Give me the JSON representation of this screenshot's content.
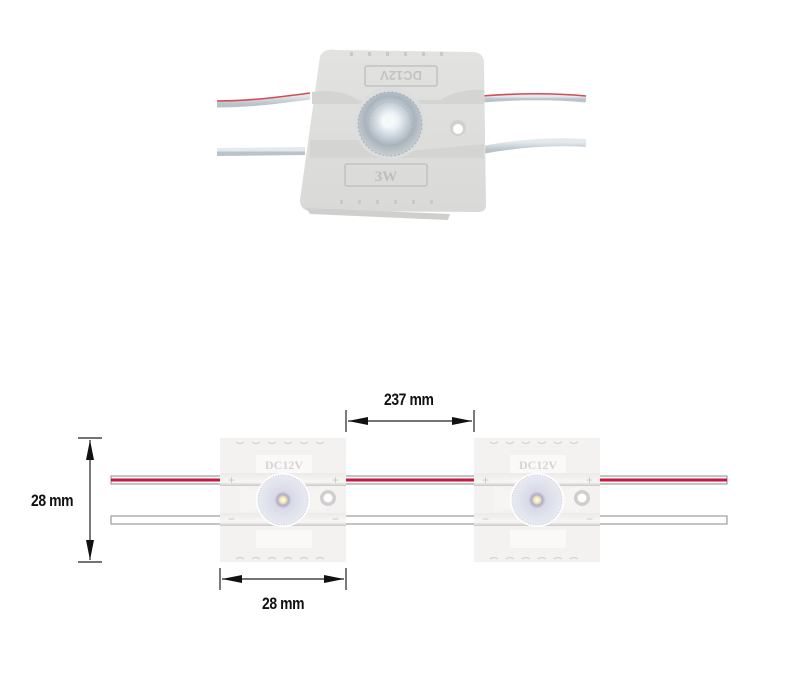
{
  "photo": {
    "module": {
      "top_label": "DC12V",
      "bottom_label": "3W",
      "body_color": "#e6e6e4",
      "wire_red_stripe": "#d63a4a",
      "wire_color": "#d2d9de"
    }
  },
  "drawing": {
    "modules": [
      {
        "top_label": "DC12V",
        "plus_left": "+",
        "plus_right": "+",
        "minus_left": "−",
        "minus_right": "−"
      },
      {
        "top_label": "DC12V",
        "plus_left": "+",
        "plus_right": "+",
        "minus_left": "−",
        "minus_right": "−"
      }
    ],
    "dimensions": {
      "height": "28 mm",
      "width": "28 mm",
      "spacing": "237 mm"
    },
    "colors": {
      "module_body": "#f4f2f0",
      "wire_red": "#c8153c",
      "wire_outline": "#8a8a8a",
      "dimension_line": "#111111"
    }
  }
}
